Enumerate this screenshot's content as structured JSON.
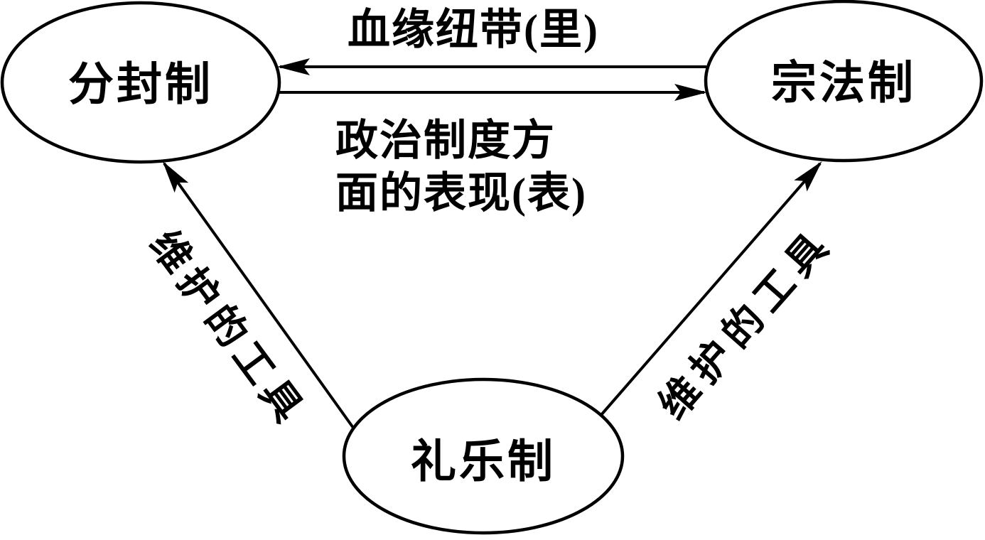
{
  "diagram": {
    "background_color": "#ffffff",
    "line_color": "#000000",
    "nodes": {
      "fengjian": {
        "label": "分封制"
      },
      "zongfa": {
        "label": "宗法制"
      },
      "liyue": {
        "label": "礼乐制"
      }
    },
    "edges": {
      "blood_tie": {
        "from": "宗法制",
        "to": "分封制",
        "label": "血缘纽带(里)"
      },
      "political_expression": {
        "from": "分封制",
        "to": "宗法制",
        "label": "政治制度方面的表现(表)",
        "label_line1": "政治制度方",
        "label_line2": "面的表现(表)"
      },
      "maintain_left": {
        "from": "礼乐制",
        "to": "分封制",
        "label": "维护的工具"
      },
      "maintain_right": {
        "from": "礼乐制",
        "to": "宗法制",
        "label": "维护的工具"
      }
    }
  }
}
